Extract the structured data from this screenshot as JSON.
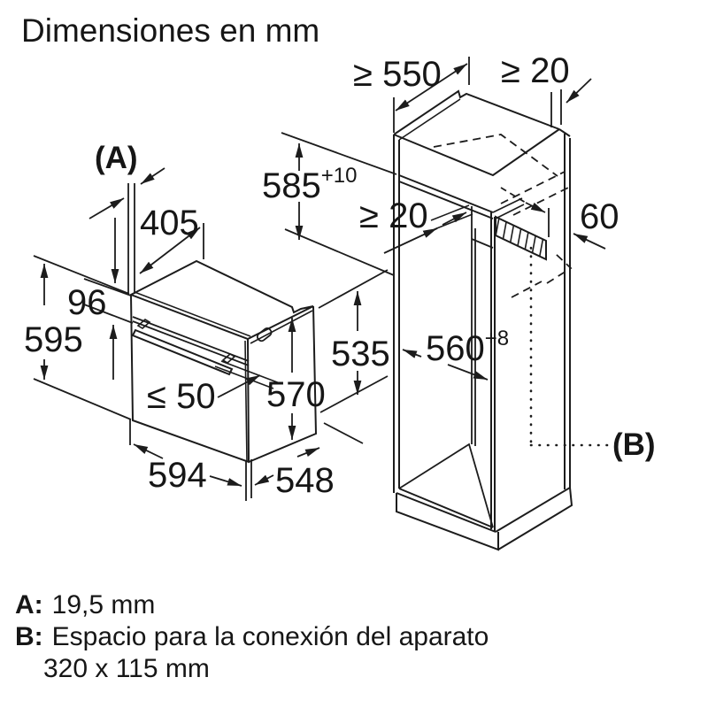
{
  "title": "Dimensiones en mm",
  "oven": {
    "label_a": "(A)",
    "dim_depth_405": "405",
    "dim_panel_96": "96",
    "dim_height_595": "595",
    "dim_door_max": "≤ 50",
    "dim_body_height_570": "570",
    "dim_width_594": "594",
    "dim_body_depth_548": "548"
  },
  "cabinet": {
    "dim_min_depth": "≥ 550",
    "dim_min_gap_top": "≥ 20",
    "dim_niche_height": "585",
    "dim_niche_height_tol": "+10",
    "dim_min_gap_mid": "≥ 20",
    "dim_duct_60": "60",
    "dim_niche_min_535": "535",
    "dim_niche_width": "560",
    "dim_niche_width_tol": "+8",
    "label_b": "(B)"
  },
  "notes": {
    "a_key": "A:",
    "a_value": "19,5 mm",
    "b_key": "B:",
    "b_value": "Espacio para la conexión del aparato",
    "b_value_line2": "320 x 115 mm"
  },
  "colors": {
    "line": "#1c1c1c",
    "background": "#ffffff"
  }
}
